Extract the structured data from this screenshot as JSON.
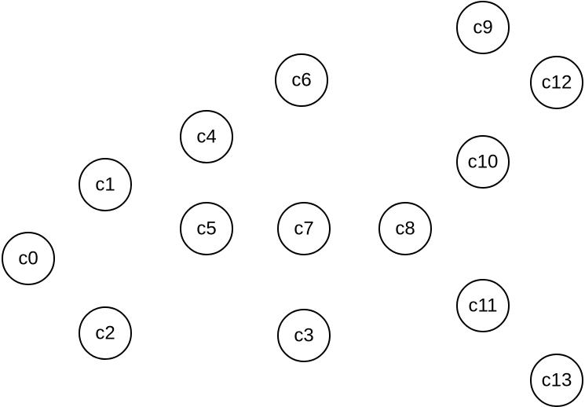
{
  "diagram": {
    "nodes": [
      {
        "id": "c0",
        "label": "c0"
      },
      {
        "id": "c1",
        "label": "c1"
      },
      {
        "id": "c2",
        "label": "c2"
      },
      {
        "id": "c3",
        "label": "c3"
      },
      {
        "id": "c4",
        "label": "c4"
      },
      {
        "id": "c5",
        "label": "c5"
      },
      {
        "id": "c6",
        "label": "c6"
      },
      {
        "id": "c7",
        "label": "c7"
      },
      {
        "id": "c8",
        "label": "c8"
      },
      {
        "id": "c9",
        "label": "c9"
      },
      {
        "id": "c10",
        "label": "c10"
      },
      {
        "id": "c11",
        "label": "c11"
      },
      {
        "id": "c12",
        "label": "c12"
      },
      {
        "id": "c13",
        "label": "c13"
      }
    ]
  }
}
